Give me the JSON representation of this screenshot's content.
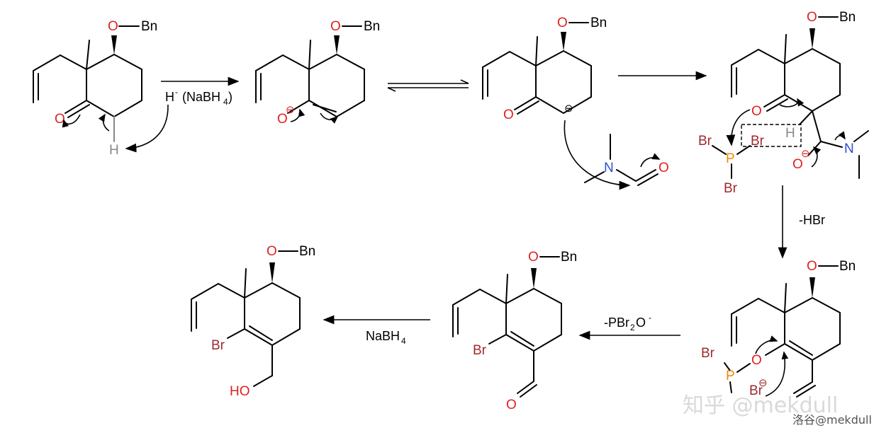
{
  "colors": {
    "oxygen": "#e02020",
    "nitrogen": "#2a4fd8",
    "phosphorus": "#f08a00",
    "bromine": "#9e2a2b",
    "hydrogen": "#888888"
  },
  "atoms": {
    "O": "O",
    "Bn": "Bn",
    "H": "H",
    "N": "N",
    "P": "P",
    "Br": "Br",
    "HO": "HO"
  },
  "charges": {
    "minus": "-",
    "minus_circle": "⊖"
  },
  "reagents": {
    "step1": "H",
    "step1_rest": "(NaBH",
    "step1_sub": "4",
    "step1_close": ")",
    "step5": "-HBr",
    "step6_a": "-PBr",
    "step6_sub": "2",
    "step6_b": "O",
    "step6_sup": "-",
    "step7_a": "NaBH",
    "step7_sub": "4"
  },
  "watermark": {
    "main": "知乎 @mekdull",
    "sub": "洛谷@mekdull"
  }
}
